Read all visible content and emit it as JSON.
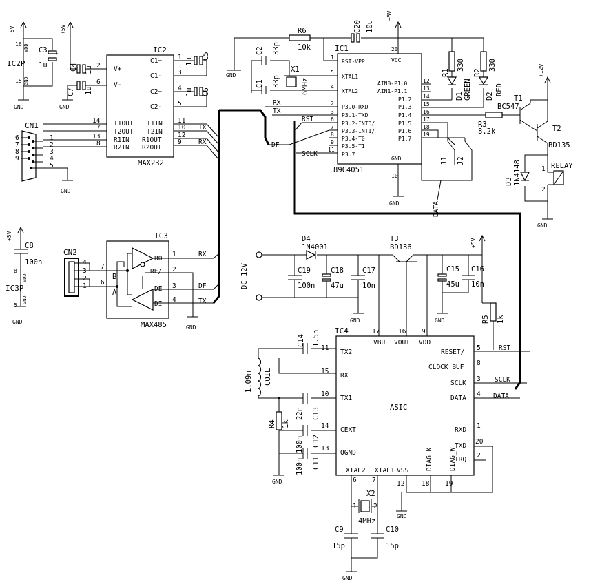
{
  "schematic": {
    "ic2p": {
      "ref": "IC2P",
      "pins": [
        "16",
        "15"
      ],
      "pin_labels": [
        "VDD",
        "GND"
      ],
      "cap_ref": "C3",
      "cap_val": "1u",
      "supply": "+5V",
      "gnd": "GND"
    },
    "ic3p": {
      "ref": "IC3P",
      "pins": [
        "8",
        "5"
      ],
      "pin_labels": [
        "VDD",
        "GND"
      ],
      "cap_ref": "C8",
      "cap_val": "100n",
      "supply": "+5V",
      "gnd": "GND"
    },
    "ic2": {
      "ref": "IC2",
      "name": "MAX232",
      "left_labels": [
        "V+",
        "V-",
        "T1OUT",
        "T2OUT",
        "R1IN",
        "R2IN"
      ],
      "left_pins": [
        "2",
        "6",
        "14",
        "7",
        "13",
        "8"
      ],
      "right_labels": [
        "C1+",
        "C1-",
        "C2+",
        "C2-",
        "T1IN",
        "T2IN",
        "R1OUT",
        "R2OUT"
      ],
      "right_pins": [
        "1",
        "3",
        "4",
        "5",
        "11",
        "10",
        "12",
        "9"
      ]
    },
    "caps_ic2": [
      {
        "ref": "C4",
        "val": "1u"
      },
      {
        "ref": "C7",
        "val": "1u"
      },
      {
        "ref": "C5",
        "val": "1u"
      },
      {
        "ref": "C6",
        "val": "1u"
      }
    ],
    "cn1": {
      "ref": "CN1",
      "pins": [
        "6",
        "7",
        "8",
        "9",
        "1",
        "2",
        "3",
        "4",
        "5"
      ]
    },
    "cn2": {
      "ref": "CN2",
      "pins": [
        "4",
        "3",
        "2",
        "1"
      ]
    },
    "ic3": {
      "ref": "IC3",
      "name": "MAX485",
      "labels": [
        "RO",
        "RE/",
        "DE",
        "DI"
      ],
      "pins": [
        "1",
        "2",
        "3",
        "4"
      ],
      "bus_pins": [
        "7",
        "6"
      ],
      "bus_labels": [
        "B",
        "A"
      ]
    },
    "ic1": {
      "ref": "IC1",
      "name": "89C4051",
      "left_labels": [
        "RST-VPP",
        "XTAL1",
        "XTAL2",
        "P3.0-RXD",
        "P3.1-TXD",
        "P3.2-INTO/",
        "P3.3-INT1/",
        "P3.4-T0",
        "P3.5-T1",
        "P3.7"
      ],
      "left_pins": [
        "1",
        "5",
        "4",
        "2",
        "3",
        "6",
        "7",
        "8",
        "9",
        "11"
      ],
      "right_labels": [
        "VCC",
        "AIN0-P1.0",
        "AIN1-P1.1",
        "P1.2",
        "P1.3",
        "P1.4",
        "P1.5",
        "P1.6",
        "P1.7",
        "GND"
      ],
      "right_pins": [
        "20",
        "12",
        "13",
        "14",
        "15",
        "16",
        "17",
        "18",
        "19",
        "10"
      ]
    },
    "ic4": {
      "ref": "IC4",
      "name": "ASIC",
      "top_labels": [
        "VBU",
        "VOUT",
        "VDD"
      ],
      "top_pins": [
        "17",
        "16",
        "9"
      ],
      "left_labels": [
        "TX2",
        "RX",
        "TX1",
        "CEXT",
        "QGND"
      ],
      "left_pins": [
        "11",
        "15",
        "10",
        "14",
        "13"
      ],
      "right_labels": [
        "RESET/",
        "CLOCK_BUF",
        "SCLK",
        "DATA",
        "RXD",
        "TXD",
        "IRQ"
      ],
      "right_pins": [
        "5",
        "8",
        "3",
        "4",
        "1",
        "20",
        "2"
      ],
      "bottom_labels": [
        "XTAL2",
        "XTAL1",
        "VSS",
        "DIAG_K",
        "DIAG_W"
      ],
      "bottom_pins": [
        "6",
        "7",
        "12",
        "18",
        "19"
      ]
    },
    "parts": {
      "r6": {
        "ref": "R6",
        "val": "10k"
      },
      "c20": {
        "ref": "C20",
        "val": "10u"
      },
      "c2": {
        "ref": "C2",
        "val": "33p"
      },
      "c1": {
        "ref": "C1",
        "val": "33p"
      },
      "x1": {
        "ref": "X1",
        "val": "6MHz"
      },
      "r1": {
        "ref": "R1",
        "val": "330"
      },
      "r2": {
        "ref": "R2",
        "val": "330"
      },
      "d1": {
        "ref": "D1",
        "val": "GREEN"
      },
      "d2": {
        "ref": "D2",
        "val": "RED"
      },
      "r3": {
        "ref": "R3",
        "val": "8.2k"
      },
      "t1": {
        "ref": "T1",
        "val": "BC547"
      },
      "t2": {
        "ref": "T2",
        "val": "BD135"
      },
      "d3": {
        "ref": "D3",
        "val": "1N4148"
      },
      "relay": {
        "ref": "RELAY"
      },
      "relay_pins": [
        "1",
        "2"
      ],
      "j1": {
        "ref": "J1"
      },
      "j2": {
        "ref": "J2"
      },
      "d4": {
        "ref": "D4",
        "val": "1N4001"
      },
      "t3": {
        "ref": "T3",
        "val": "BD136"
      },
      "c19": {
        "ref": "C19",
        "val": "100n"
      },
      "c18": {
        "ref": "C18",
        "val": "47u"
      },
      "c17": {
        "ref": "C17",
        "val": "10n"
      },
      "c15": {
        "ref": "C15",
        "val": "45u"
      },
      "c16": {
        "ref": "C16",
        "val": "10n"
      },
      "r5": {
        "ref": "R5",
        "val": "1k"
      },
      "c14": {
        "ref": "C14",
        "val": "1.5n"
      },
      "coil": {
        "ref": "COIL",
        "val": "1.09m"
      },
      "c13": {
        "ref": "C13",
        "val": "22n"
      },
      "r4": {
        "ref": "R4",
        "val": "1k"
      },
      "c12": {
        "ref": "C12",
        "val": "100n"
      },
      "c11": {
        "ref": "C11",
        "val": "100n"
      },
      "x2": {
        "ref": "X2",
        "val": "4MHz"
      },
      "c9": {
        "ref": "C9",
        "val": "15p"
      },
      "c10": {
        "ref": "C10",
        "val": "15p"
      },
      "dc": {
        "label": "DC 12V"
      }
    },
    "nets": {
      "rx": "RX",
      "tx": "TX",
      "df": "DF",
      "rst": "RST",
      "sclk": "SCLK",
      "data": "DATA",
      "gnd": "GND",
      "vcc5": "+5V",
      "vcc12": "+12V"
    }
  }
}
